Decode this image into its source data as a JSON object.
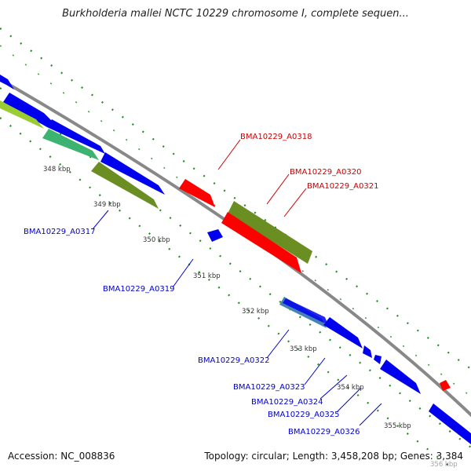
{
  "title": "Burkholderia mallei NCTC 10229 chromosome I, complete sequen...",
  "footer": {
    "accession": "Accession: NC_008836",
    "topology": "Topology: circular; Length: 3,458,208 bp; Genes: 3,384"
  },
  "colors": {
    "blue": "#0000ee",
    "red": "#ff0000",
    "olive": "#6b8e23",
    "teal": "#3cb371",
    "steel": "#4682b4",
    "label_blue": "#0000cc",
    "label_red": "#cc0000",
    "dots": "#228b22"
  },
  "ticks": [
    {
      "label": "348 kbp"
    },
    {
      "label": "349 kbp"
    },
    {
      "label": "350 kbp"
    },
    {
      "label": "351 kbp"
    },
    {
      "label": "352 kbp"
    },
    {
      "label": "353 kbp"
    },
    {
      "label": "354 kbp"
    },
    {
      "label": "355 kbp"
    },
    {
      "label": "356 kbp"
    }
  ],
  "genes": [
    {
      "label": "BMA10229_A0317"
    },
    {
      "label": "BMA10229_A0318"
    },
    {
      "label": "BMA10229_A0319"
    },
    {
      "label": "BMA10229_A0320"
    },
    {
      "label": "BMA10229_A0321"
    },
    {
      "label": "BMA10229_A0322"
    },
    {
      "label": "BMA10229_A0323"
    },
    {
      "label": "BMA10229_A0324"
    },
    {
      "label": "BMA10229_A0325"
    },
    {
      "label": "BMA10229_A0326"
    }
  ]
}
